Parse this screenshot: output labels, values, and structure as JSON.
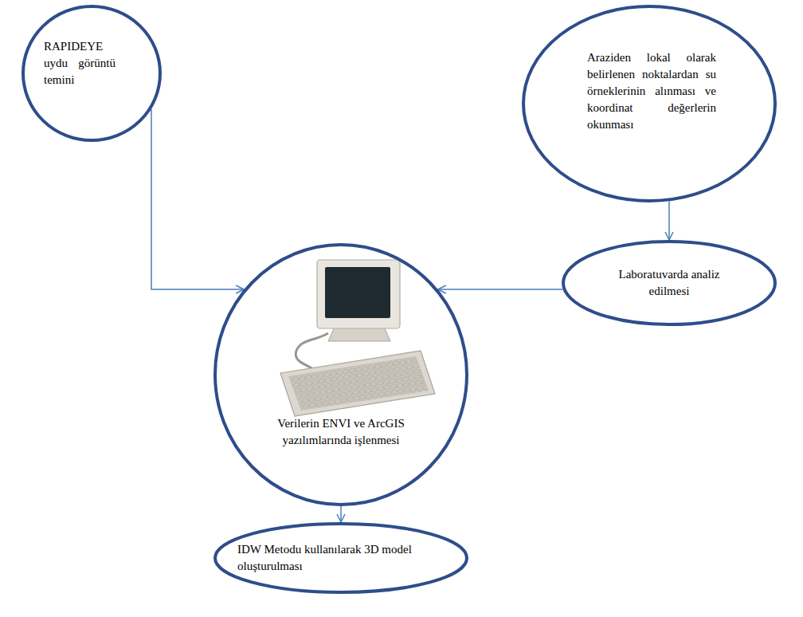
{
  "diagram": {
    "nodes": [
      {
        "text": [
          "RAPIDEYE uydu görüntü temini"
        ]
      },
      {
        "text": [
          "Araziden lokal olarak belirlenen noktalardan su örneklerinin alınması ve koordinat değerlerin okunması"
        ]
      },
      {
        "text": [
          "Laboratuvarda analiz edilmesi"
        ]
      },
      {
        "text": [
          "Verilerin ENVI ve ArcGIS yazılımlarında işlenmesi"
        ]
      },
      {
        "text": [
          "IDW Metodu kullanılarak 3D model oluşturulması"
        ]
      }
    ],
    "edges": [
      {
        "from": 0,
        "to": 3,
        "arrow": "to"
      },
      {
        "from": 1,
        "to": 2,
        "arrow": "to"
      },
      {
        "from": 2,
        "to": 3,
        "arrow": "to"
      },
      {
        "from": 3,
        "to": 4,
        "arrow": "to"
      }
    ]
  }
}
